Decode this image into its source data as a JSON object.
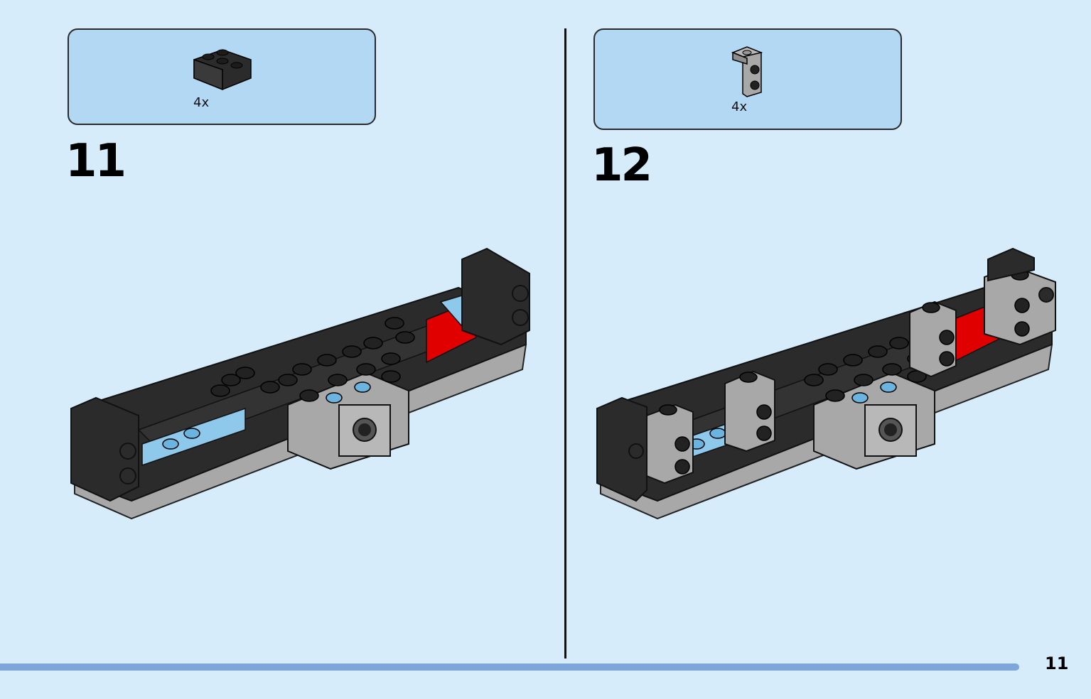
{
  "steps": [
    {
      "number": "11",
      "part_qty": "4x",
      "part_name": "brick-corner-icon"
    },
    {
      "number": "12",
      "part_qty": "4x",
      "part_name": "bracket-icon"
    }
  ],
  "page_number": "11",
  "colors": {
    "background": "#d6ecfb",
    "parts_box": "#b3d8f4",
    "black_brick": "#2b2b2b",
    "gray_brick": "#a8a8a8",
    "red_tile": "#e00000",
    "blue_tile": "#8ec9ec",
    "progress_bar": "#7fa6d9"
  }
}
